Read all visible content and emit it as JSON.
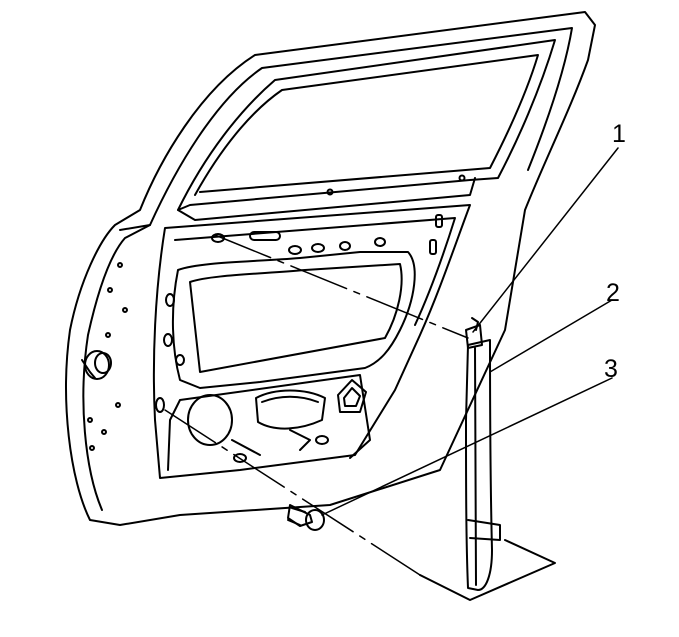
{
  "callouts": [
    {
      "label": "1",
      "part": "channel-clip"
    },
    {
      "label": "2",
      "part": "rear-window-channel"
    },
    {
      "label": "3",
      "part": "bolt"
    }
  ],
  "colors": {
    "line": "#000000",
    "background": "#ffffff"
  }
}
